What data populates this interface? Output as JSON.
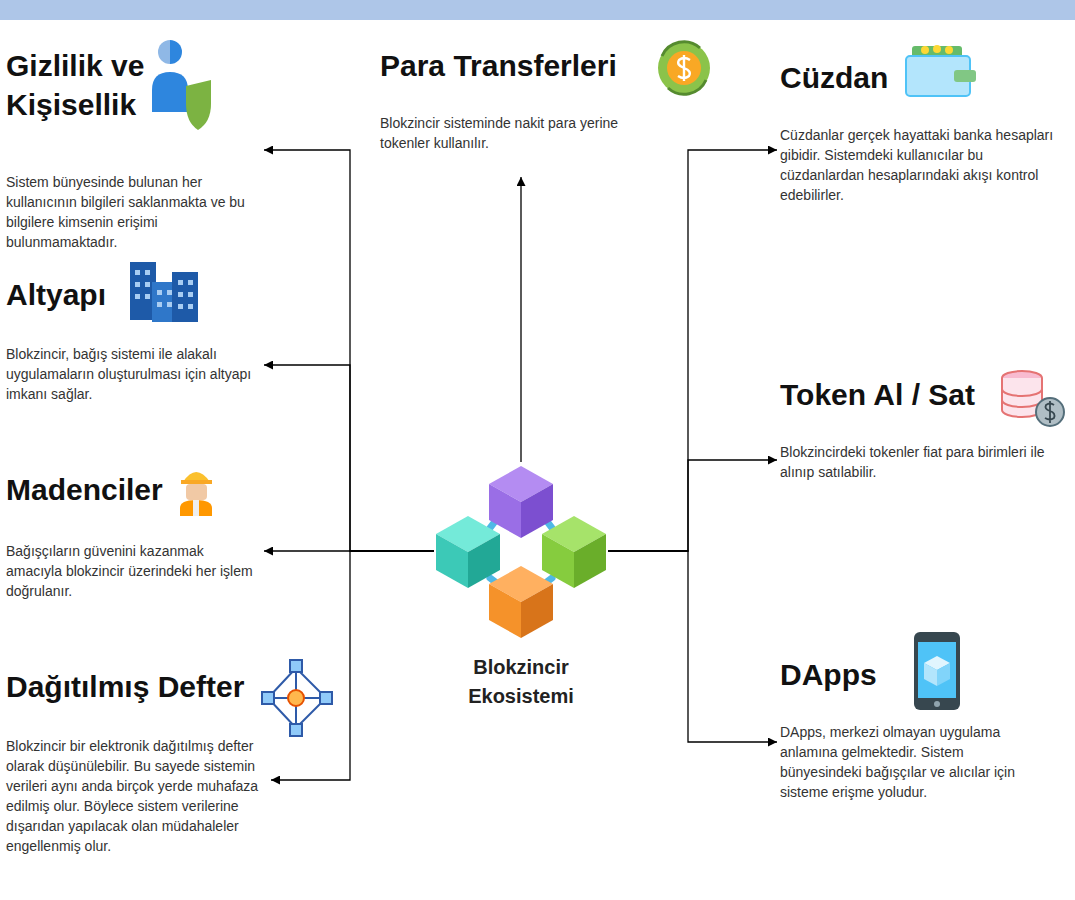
{
  "diagram": {
    "nodes": [
      {
        "text": [
          "Gizlilik ve Kişisellik",
          "Sistem bünyesinde bulunan her kullanıcının bilgileri saklanmakta ve bu bilgilere kimsenin erişimi bulunmamaktadır."
        ]
      },
      {
        "text": [
          "Para Transferleri",
          "Blokzincir sisteminde nakit para yerine tokenler kullanılır."
        ]
      },
      {
        "text": [
          "Cüzdan",
          "Cüzdanlar gerçek hayattaki banka hesapları gibidir. Sistemdeki kullanıcılar bu cüzdanlardan hesaplarındaki akışı kontrol edebilirler."
        ]
      },
      {
        "text": [
          "Altyapı",
          "Blokzincir, bağış sistemi ile alakalı uygulamaların oluşturulması için altyapı imkanı sağlar."
        ]
      },
      {
        "text": [
          "Token Al / Sat",
          "Blokzincirdeki tokenler fiat para birimleri ile alınıp satılabilir."
        ]
      },
      {
        "text": [
          "Madenciler",
          "Bağışçıların güvenini kazanmak amacıyla blokzincir üzerindeki her işlem doğrulanır."
        ]
      },
      {
        "text": [
          "Blokzincir Ekosistemi"
        ]
      },
      {
        "text": [
          "Dağıtılmış Defter",
          "Blokzincir bir elektronik dağıtılmış defter olarak düşünülebilir. Bu sayede sistemin verileri aynı anda birçok yerde muhafaza edilmiş olur. Böylece sistem verilerine dışarıdan yapılacak olan müdahaleler engellenmiş olur."
        ]
      },
      {
        "text": [
          "DApps",
          "DApps, merkezi olmayan uygulama anlamına gelmektedir. Sistem bünyesindeki bağışçılar ve alıcılar için sisteme erişme yoludur."
        ]
      }
    ],
    "edges": [
      {
        "from": 6,
        "to": 0,
        "arrow": "to"
      },
      {
        "from": 6,
        "to": 1,
        "arrow": "to"
      },
      {
        "from": 6,
        "to": 2,
        "arrow": "to"
      },
      {
        "from": 6,
        "to": 3,
        "arrow": "to"
      },
      {
        "from": 6,
        "to": 4,
        "arrow": "to"
      },
      {
        "from": 6,
        "to": 5,
        "arrow": "to"
      },
      {
        "from": 6,
        "to": 7,
        "arrow": "to"
      },
      {
        "from": 6,
        "to": 8,
        "arrow": "to"
      }
    ]
  }
}
